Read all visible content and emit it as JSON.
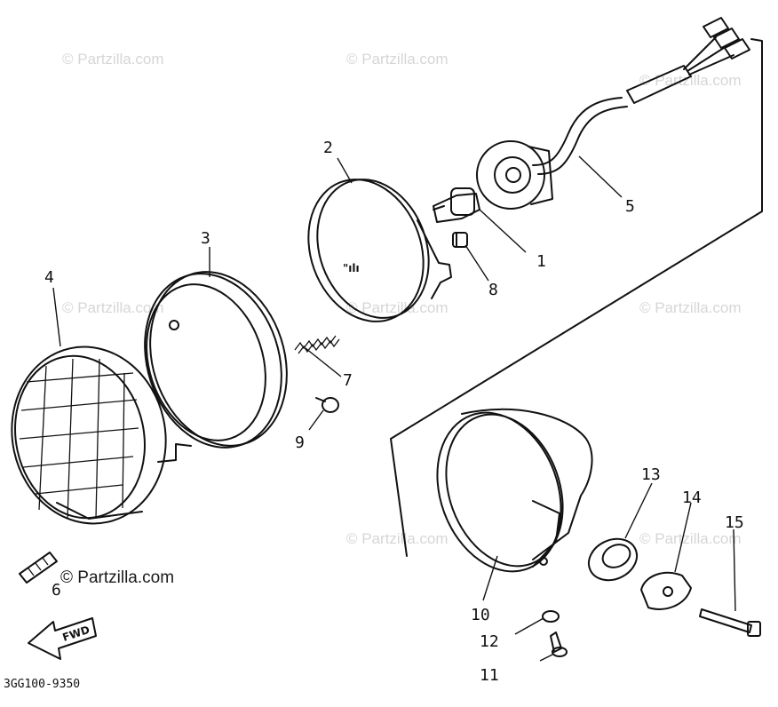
{
  "diagram": {
    "parts": [
      {
        "id": "1",
        "label": "1"
      },
      {
        "id": "2",
        "label": "2"
      },
      {
        "id": "3",
        "label": "3"
      },
      {
        "id": "4",
        "label": "4"
      },
      {
        "id": "5",
        "label": "5"
      },
      {
        "id": "6",
        "label": "6"
      },
      {
        "id": "7",
        "label": "7"
      },
      {
        "id": "8",
        "label": "8"
      },
      {
        "id": "9",
        "label": "9"
      },
      {
        "id": "10",
        "label": "10"
      },
      {
        "id": "11",
        "label": "11"
      },
      {
        "id": "12",
        "label": "12"
      },
      {
        "id": "13",
        "label": "13"
      },
      {
        "id": "14",
        "label": "14"
      },
      {
        "id": "15",
        "label": "15"
      }
    ],
    "drawing_code": "3GG100-9350",
    "direction_label": "FWD"
  },
  "watermark": {
    "text": "© Partzilla.com",
    "prominent_text": "© Partzilla.com"
  }
}
